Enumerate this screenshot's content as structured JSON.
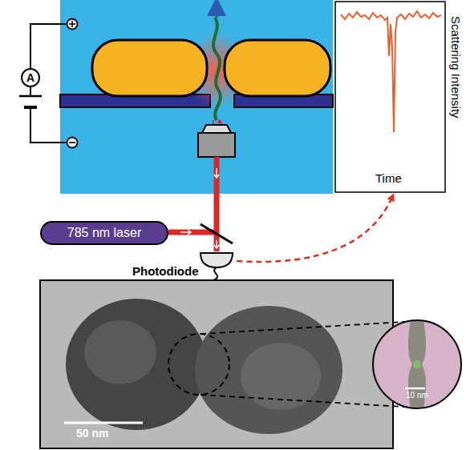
{
  "diagram": {
    "nodes": [
      {
        "text": [
          "A"
        ]
      },
      {
        "text": [
          "Scattering Intensity",
          "Time"
        ]
      },
      {
        "text": [
          "785 nm laser"
        ]
      },
      {
        "text": [
          "Photodiode"
        ]
      },
      {
        "text": [
          "50 nm"
        ]
      },
      {
        "text": [
          "10 nm"
        ]
      }
    ],
    "edges": [
      {
        "from": 3,
        "to": 1,
        "arrow": "to"
      }
    ]
  }
}
